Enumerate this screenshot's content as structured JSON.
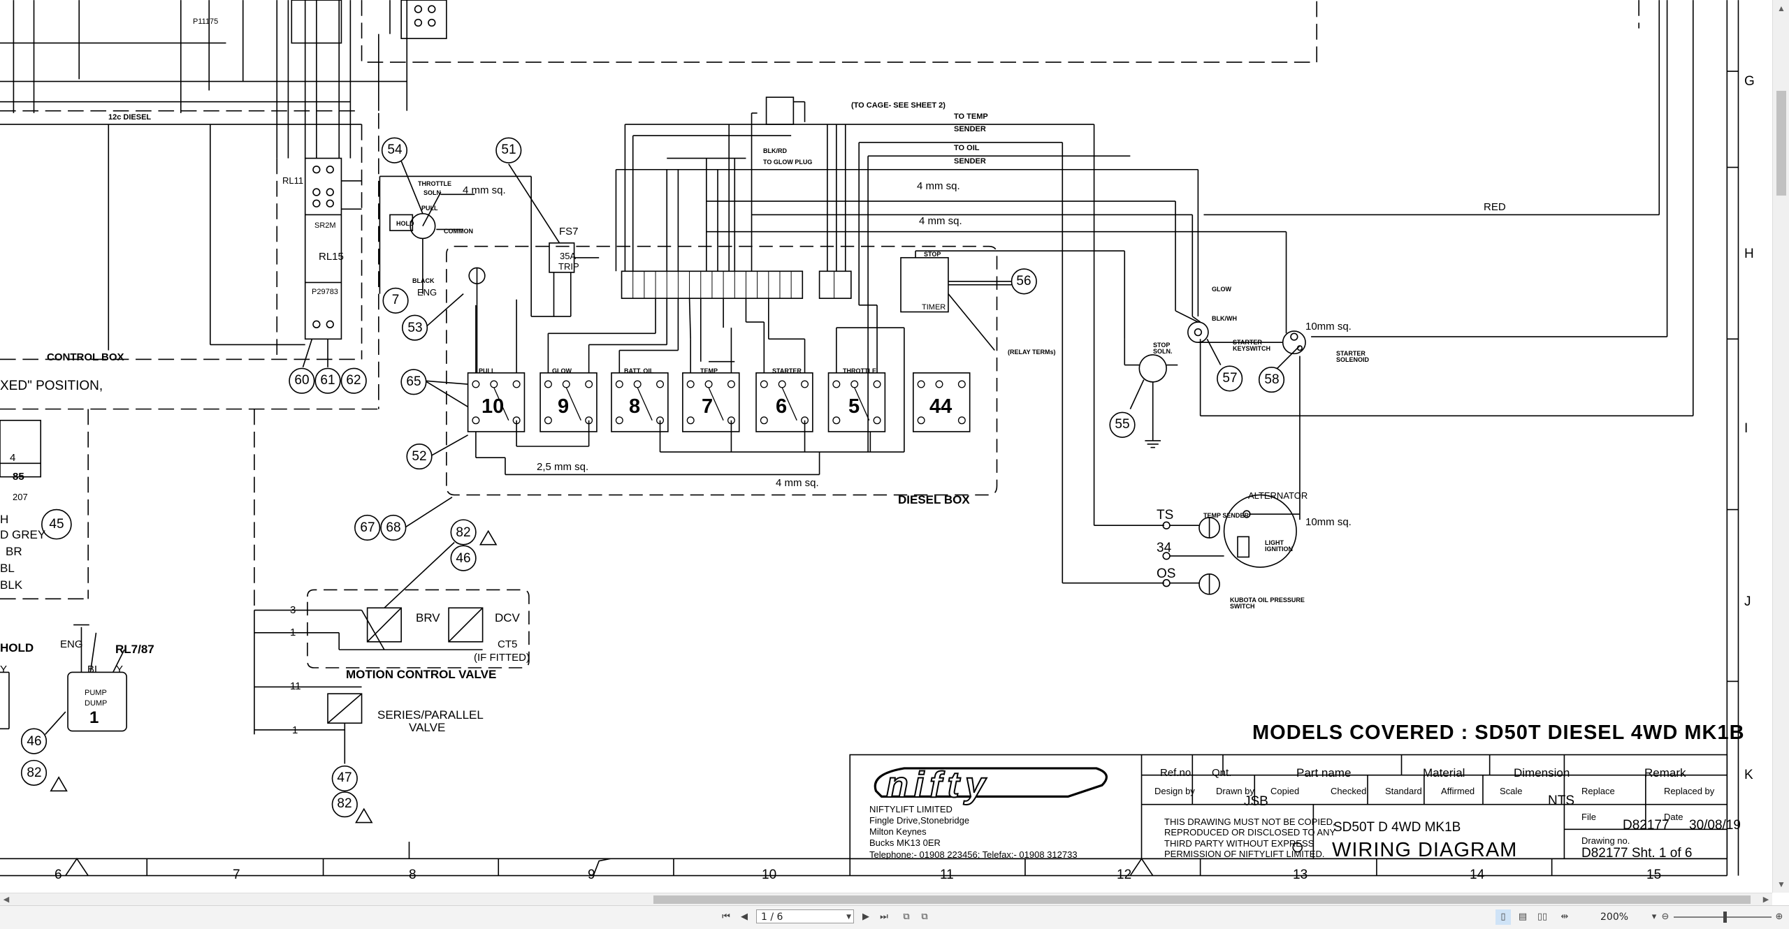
{
  "drawing": {
    "page_marker": "P11175",
    "col_markers": [
      "6",
      "7",
      "8",
      "9",
      "10",
      "11",
      "12",
      "13",
      "14",
      "15"
    ],
    "row_markers": [
      "G",
      "H",
      "I",
      "J",
      "K"
    ],
    "wires": {
      "diesel_12c": "12c DIESEL",
      "to_cage": "(TO CAGE- SEE SHEET 2)",
      "to_temp": "TO TEMP",
      "to_oil": "TO OIL",
      "sender": "SENDER",
      "blk_rd": "BLK/RD",
      "to_glow": "TO GLOW PLUG",
      "mm4": "4 mm sq.",
      "mm25": "2,5 mm sq.",
      "mm10": "10mm sq.",
      "red": "RED",
      "ts": "TS",
      "w34": "34",
      "os": "OS"
    },
    "left": {
      "control_box": "CONTROL BOX",
      "fixed_position": "XED\" POSITION,",
      "n4": "4",
      "n85": "85",
      "n207": "207",
      "h": "H",
      "grey": "D GREY",
      "br": "BR",
      "bl": "BL",
      "blk": "BLK",
      "hold": "HOLD",
      "y": "Y",
      "eng": "ENG",
      "bl2": "BL",
      "y2": "Y",
      "rl787": "RL7/87",
      "pump": "PUMP",
      "dump": "DUMP",
      "n1": "1",
      "rl15": "RL15",
      "rl11": "RL11",
      "sr2m": "SR2M",
      "p29783": "P29783"
    },
    "components": {
      "throttle_soln": "THROTTLE",
      "soln": "SOLN.",
      "pull": "PULL",
      "hold": "HOLD",
      "common": "COMMON",
      "black": "BLACK",
      "eng": "ENG",
      "fs7": "FS7",
      "amp35": "35A",
      "trip": "TRIP",
      "stop": "STOP",
      "timer": "TIMER",
      "relay_term": "(RELAY TERMs)",
      "glow": "GLOW",
      "blk_wh": "BLK/WH",
      "starter_keyswitch": "STARTER KEYSWITCH",
      "starter_solenoid": "STARTER SOLENOID",
      "stop_soln": "STOP SOLN.",
      "alternator": "ALTERNATOR",
      "light_ignition": "LIGHT IGNITION",
      "temp_sender": "TEMP SENDER",
      "kubota": "KUBOTA OIL PRESSURE SWITCH",
      "diesel_box": "DIESEL BOX",
      "motion_valve": "MOTION CONTROL VALVE",
      "brv": "BRV",
      "dcv": "DCV",
      "ct5": "CT5",
      "if_fitted": "(IF FITTED)",
      "series_parallel": "SERIES/PARALLEL",
      "valve": "VALVE",
      "w3": "3",
      "w1": "1",
      "w11": "11",
      "w1b": "1"
    },
    "relays": [
      {
        "num": "10",
        "title": "PULL"
      },
      {
        "num": "9",
        "title": "GLOW"
      },
      {
        "num": "8",
        "title": "BATT. OIL"
      },
      {
        "num": "7",
        "title": "TEMP"
      },
      {
        "num": "6",
        "title": "STARTER"
      },
      {
        "num": "5",
        "title": "THROTTLE"
      },
      {
        "num": "44",
        "title": ""
      }
    ],
    "balloons": [
      "54",
      "51",
      "53",
      "65",
      "52",
      "67",
      "68",
      "60",
      "61",
      "62",
      "56",
      "57",
      "58",
      "55",
      "82",
      "46",
      "45",
      "47",
      "82",
      "46",
      "82",
      "7"
    ],
    "models_covered": "MODELS COVERED : SD50T DIESEL 4WD MK1B",
    "title_block": {
      "ref_no": "Ref.no.",
      "qnt": "Qnt.",
      "part_name": "Part name",
      "material": "Material",
      "dimension": "Dimension",
      "remark": "Remark",
      "design_by": "Design by",
      "drawn_by": "Drawn by",
      "drawn_by_val": "JSB",
      "copied": "Copied",
      "checked": "Checked",
      "standard": "Standard",
      "affirmed": "Affirmed",
      "scale": "Scale",
      "scale_val": "NTS",
      "replace": "Replace",
      "replaced_by": "Replaced by",
      "file": "File",
      "file_val": "D82177",
      "date": "Date",
      "date_val": "30/08/19",
      "drawing_no": "Drawing no.",
      "drawing_no_val": "D82177 Sht. 1 of 6",
      "model": "SD50T D 4WD MK1B",
      "title": "WIRING DIAGRAM",
      "copyright_1": "THIS DRAWING MUST NOT BE COPIED,",
      "copyright_2": "REPRODUCED OR DISCLOSED TO ANY",
      "copyright_3": "THIRD PARTY WITHOUT EXPRESS",
      "copyright_4": "PERMISSION OF NIFTYLIFT LIMITED.",
      "logo": "nifty",
      "company": "NIFTYLIFT LIMITED",
      "addr1": "Fingle Drive,Stonebridge",
      "addr2": "Milton Keynes",
      "addr3": "Bucks MK13 0ER",
      "phone": "Telephone:- 01908 223456; Telefax:- 01908 312733"
    }
  },
  "statusbar": {
    "page": "1 / 6",
    "zoom": "200%"
  }
}
